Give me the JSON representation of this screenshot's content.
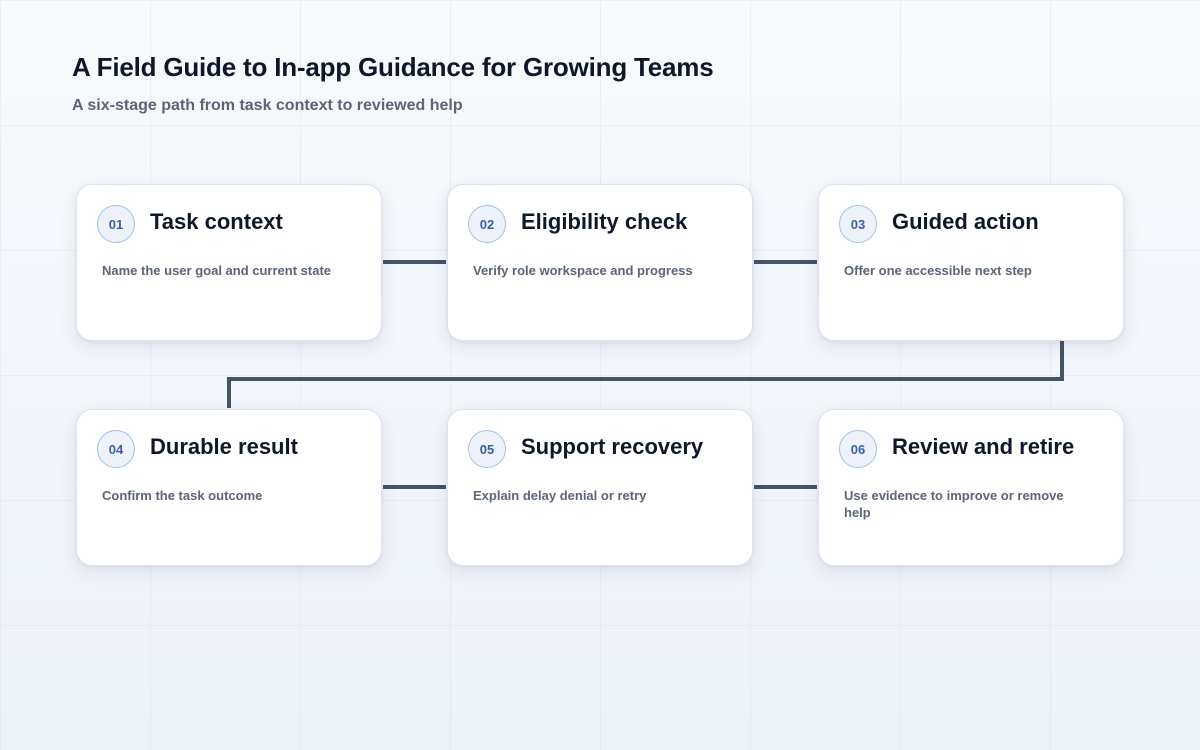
{
  "header": {
    "title": "A Field Guide to In-app Guidance for Growing Teams",
    "subtitle": "A six-stage path from task context to reviewed help"
  },
  "colors": {
    "connector": "#465466",
    "badge_text": "#3b5ea8",
    "badge_border": "#a9bfe2",
    "title_text": "#0f172a",
    "body_text": "#5b6577"
  },
  "stages": [
    {
      "number": "01",
      "title": "Task context",
      "description": "Name the user goal and current state"
    },
    {
      "number": "02",
      "title": "Eligibility check",
      "description": "Verify role workspace and progress"
    },
    {
      "number": "03",
      "title": "Guided action",
      "description": "Offer one accessible next step"
    },
    {
      "number": "04",
      "title": "Durable result",
      "description": "Confirm the task outcome"
    },
    {
      "number": "05",
      "title": "Support recovery",
      "description": "Explain delay denial or retry"
    },
    {
      "number": "06",
      "title": "Review and retire",
      "description": "Use evidence to improve or remove help"
    }
  ]
}
